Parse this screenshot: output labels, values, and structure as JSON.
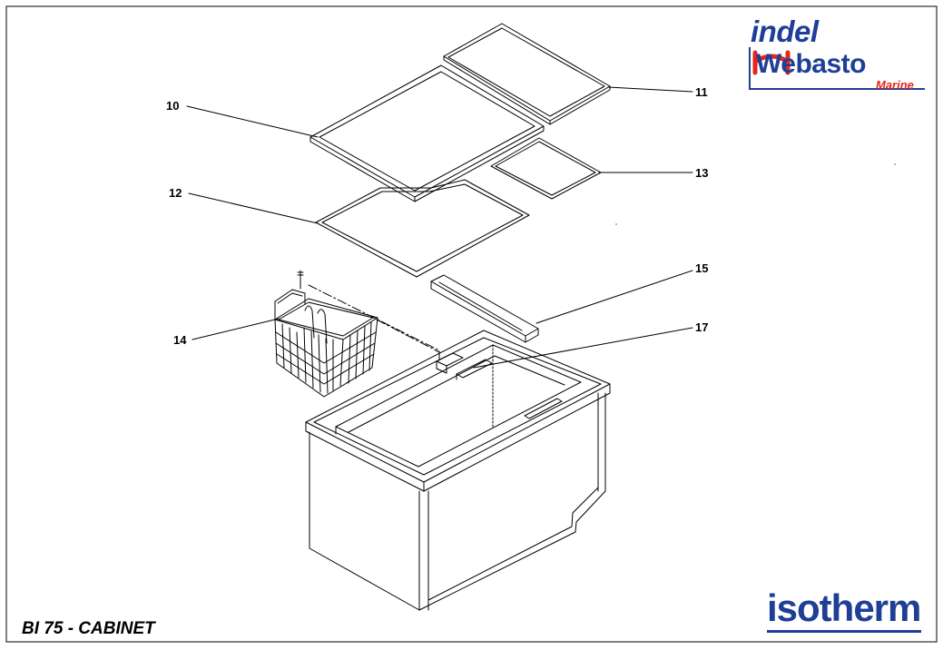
{
  "title": "BI 75 - CABINET",
  "callouts": {
    "c10": "10",
    "c11": "11",
    "c12": "12",
    "c13": "13",
    "c14": "14",
    "c15": "15",
    "c17": "17"
  },
  "logos": {
    "indel": "indel",
    "webasto": "Webasto",
    "marine": "Marine",
    "isotherm": "isotherm"
  },
  "colors": {
    "brand_blue": "#1f3f96",
    "brand_red": "#e5261d",
    "line": "#000000"
  }
}
